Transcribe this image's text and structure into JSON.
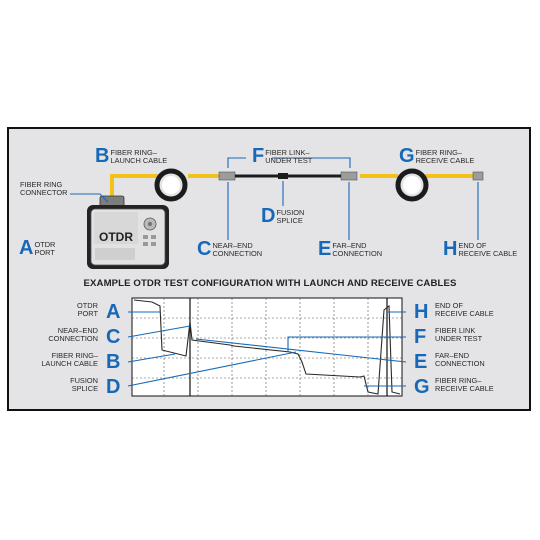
{
  "top_labels": {
    "B": {
      "letter": "B",
      "text1": "FIBER RING–",
      "text2": "LAUNCH CABLE"
    },
    "F": {
      "letter": "F",
      "text1": "FIBER LINK–",
      "text2": "UNDER TEST"
    },
    "G": {
      "letter": "G",
      "text1": "FIBER RING–",
      "text2": "RECEIVE CABLE"
    },
    "connector": {
      "text1": "FIBER RING",
      "text2": "CONNECTOR"
    },
    "A": {
      "letter": "A",
      "text1": "OTDR",
      "text2": "PORT"
    },
    "C": {
      "letter": "C",
      "text1": "NEAR–END",
      "text2": "CONNECTION"
    },
    "D": {
      "letter": "D",
      "text1": "FUSION",
      "text2": "SPLICE"
    },
    "E": {
      "letter": "E",
      "text1": "FAR–END",
      "text2": "CONNECTION"
    },
    "H": {
      "letter": "H",
      "text1": "END OF",
      "text2": "RECEIVE CABLE"
    }
  },
  "device": {
    "name": "OTDR"
  },
  "caption": "EXAMPLE OTDR TEST CONFIGURATION WITH LAUNCH AND RECEIVE CABLES",
  "legend_left": [
    {
      "letter": "A",
      "text1": "OTDR",
      "text2": "PORT"
    },
    {
      "letter": "C",
      "text1": "NEAR–END",
      "text2": "CONNECTION"
    },
    {
      "letter": "B",
      "text1": "FIBER RING–",
      "text2": "LAUNCH CABLE"
    },
    {
      "letter": "D",
      "text1": "FUSION",
      "text2": "SPLICE"
    }
  ],
  "legend_right": [
    {
      "letter": "H",
      "text1": "END OF",
      "text2": "RECEIVE CABLE"
    },
    {
      "letter": "F",
      "text1": "FIBER LINK",
      "text2": "UNDER TEST"
    },
    {
      "letter": "E",
      "text1": "FAR–END",
      "text2": "CONNECTION"
    },
    {
      "letter": "G",
      "text1": "FIBER RING–",
      "text2": "RECEIVE CABLE"
    }
  ],
  "colors": {
    "accent": "#1769b8",
    "cable": "#f2c21a",
    "trace": "#2a2a2a",
    "background": "#e4e4e6"
  }
}
